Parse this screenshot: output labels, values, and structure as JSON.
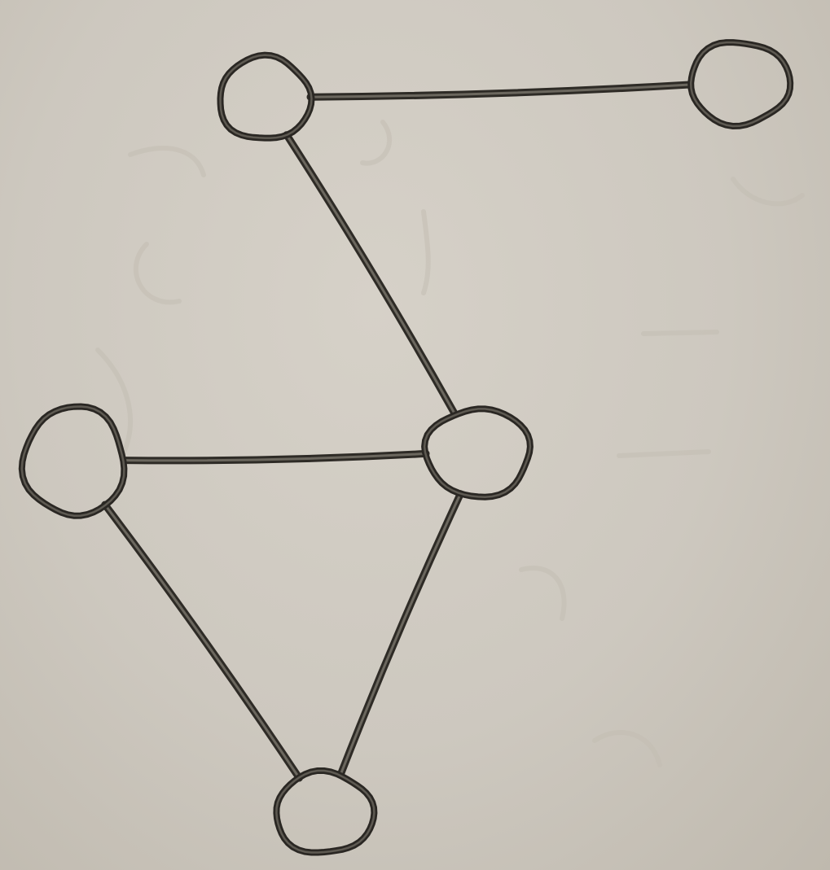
{
  "diagram": {
    "type": "undirected-graph",
    "nodes": [
      {
        "id": "n1",
        "name": "top-left-node"
      },
      {
        "id": "n2",
        "name": "top-right-node"
      },
      {
        "id": "n3",
        "name": "middle-right-node"
      },
      {
        "id": "n4",
        "name": "middle-left-node"
      },
      {
        "id": "n5",
        "name": "bottom-node"
      }
    ],
    "edges": [
      {
        "from": "n1",
        "to": "n2"
      },
      {
        "from": "n1",
        "to": "n3"
      },
      {
        "from": "n4",
        "to": "n3"
      },
      {
        "from": "n4",
        "to": "n5"
      },
      {
        "from": "n3",
        "to": "n5"
      }
    ],
    "colors": {
      "ink": "#2a2723",
      "board": "#cdc8bf"
    }
  }
}
